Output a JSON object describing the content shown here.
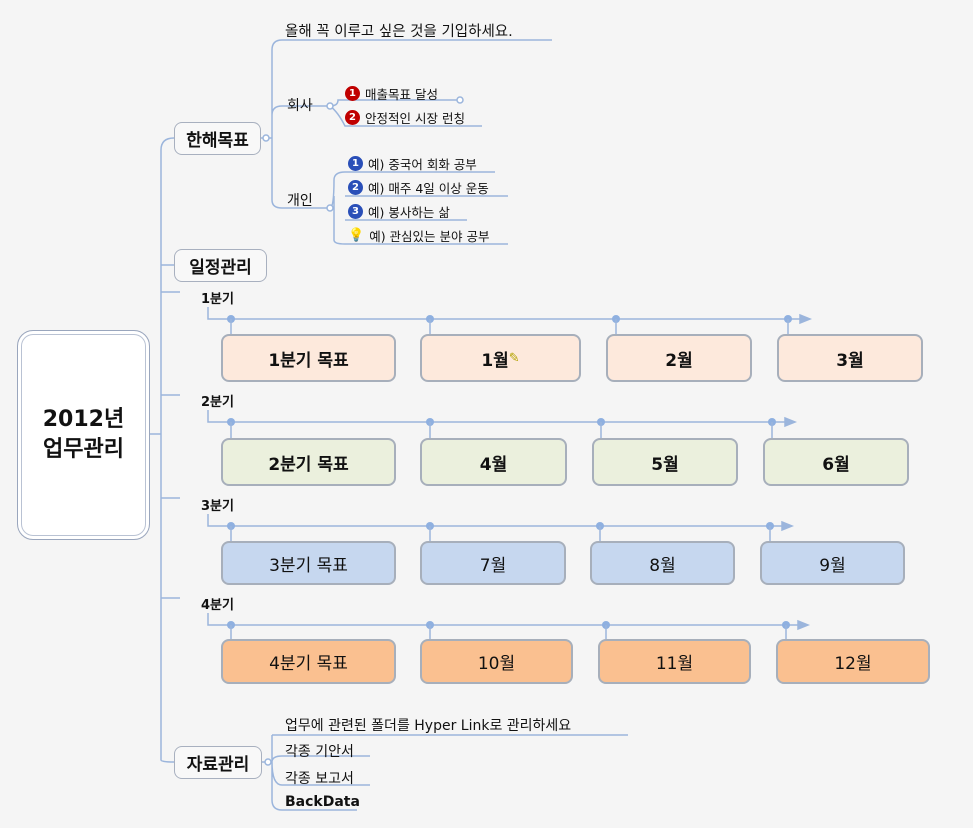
{
  "root": {
    "line1": "2012년",
    "line2": "업무관리"
  },
  "goals": {
    "title": "한해목표",
    "note": "올해 꼭 이루고 싶은 것을 기입하세요.",
    "company": {
      "label": "회사",
      "items": [
        {
          "n": "1",
          "text": "매출목표 달성"
        },
        {
          "n": "2",
          "text": "안정적인 시장 런칭"
        }
      ]
    },
    "personal": {
      "label": "개인",
      "items": [
        {
          "n": "1",
          "text": "예) 중국어 회화 공부"
        },
        {
          "n": "2",
          "text": "예) 매주 4일 이상 운동"
        },
        {
          "n": "3",
          "text": "예) 봉사하는 삶"
        },
        {
          "icon": "lightbulb-icon",
          "text": "예) 관심있는 분야 공부"
        }
      ]
    }
  },
  "schedule": {
    "title": "일정관리",
    "quarters": [
      {
        "label": "1분기",
        "items": [
          "1분기 목표",
          "1월",
          "2월",
          "3월"
        ],
        "color": "#fde9dc"
      },
      {
        "label": "2분기",
        "items": [
          "2분기 목표",
          "4월",
          "5월",
          "6월"
        ],
        "color": "#ebf0dd"
      },
      {
        "label": "3분기",
        "items": [
          "3분기 목표",
          "7월",
          "8월",
          "9월"
        ],
        "color": "#c6d7ef"
      },
      {
        "label": "4분기",
        "items": [
          "4분기 목표",
          "10월",
          "11월",
          "12월"
        ],
        "color": "#fac090"
      }
    ]
  },
  "resources": {
    "title": "자료관리",
    "items": [
      "업무에 관련된 폴더를 Hyper Link로 관리하세요",
      "각종 기안서",
      "각종 보고서",
      "BackData"
    ]
  }
}
